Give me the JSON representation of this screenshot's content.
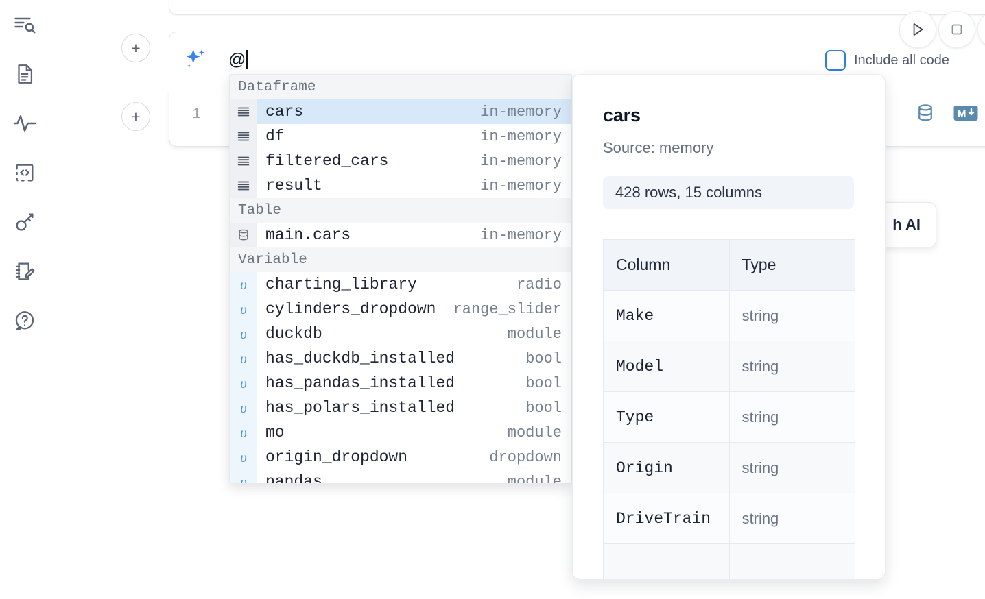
{
  "sidebar": {
    "items": [
      {
        "name": "explorer-search-icon",
        "label": "Explore"
      },
      {
        "name": "document-icon",
        "label": "Notebook"
      },
      {
        "name": "activity-icon",
        "label": "Activity"
      },
      {
        "name": "code-snippet-icon",
        "label": "Snippets"
      },
      {
        "name": "key-icon",
        "label": "Secrets"
      },
      {
        "name": "notebook-edit-icon",
        "label": "Scratchpad"
      },
      {
        "name": "help-circle-icon",
        "label": "Help"
      }
    ]
  },
  "toolbar": {
    "add_cell_label": "+",
    "run_label": "run-cell",
    "stop_label": "stop-cell",
    "include_all_code_label": "Include all code",
    "include_all_code_checked": false,
    "database_icon": "database-icon",
    "markdown_icon": "markdown-icon"
  },
  "ai_prompt": {
    "value": "@",
    "sparkle_icon": "ai-sparkle-icon"
  },
  "editor": {
    "line_number": "1"
  },
  "ai_tooltip": {
    "text": "h AI"
  },
  "autocomplete": {
    "groups": [
      {
        "title": "Dataframe",
        "icon": "dataframe-icon",
        "icon_class": "df",
        "items": [
          {
            "name": "cars",
            "meta": "in-memory",
            "selected": true
          },
          {
            "name": "df",
            "meta": "in-memory",
            "selected": false
          },
          {
            "name": "filtered_cars",
            "meta": "in-memory",
            "selected": false
          },
          {
            "name": "result",
            "meta": "in-memory",
            "selected": false
          }
        ]
      },
      {
        "title": "Table",
        "icon": "database-icon",
        "icon_class": "tbl",
        "items": [
          {
            "name": "main.cars",
            "meta": "in-memory",
            "selected": false
          }
        ]
      },
      {
        "title": "Variable",
        "icon": "variable-icon",
        "icon_class": "var",
        "glyph": "υ",
        "items": [
          {
            "name": "charting_library",
            "meta": "radio",
            "selected": false
          },
          {
            "name": "cylinders_dropdown",
            "meta": "range_slider",
            "selected": false
          },
          {
            "name": "duckdb",
            "meta": "module",
            "selected": false
          },
          {
            "name": "has_duckdb_installed",
            "meta": "bool",
            "selected": false
          },
          {
            "name": "has_pandas_installed",
            "meta": "bool",
            "selected": false
          },
          {
            "name": "has_polars_installed",
            "meta": "bool",
            "selected": false
          },
          {
            "name": "mo",
            "meta": "module",
            "selected": false
          },
          {
            "name": "origin_dropdown",
            "meta": "dropdown",
            "selected": false
          },
          {
            "name": "pandas",
            "meta": "module",
            "selected": false
          }
        ]
      }
    ]
  },
  "preview": {
    "title": "cars",
    "source": "Source: memory",
    "shape": "428 rows, 15 columns",
    "columns_header": "Column",
    "type_header": "Type",
    "rows": [
      {
        "column": "Make",
        "type": "string"
      },
      {
        "column": "Model",
        "type": "string"
      },
      {
        "column": "Type",
        "type": "string"
      },
      {
        "column": "Origin",
        "type": "string"
      },
      {
        "column": "DriveTrain",
        "type": "string"
      },
      {
        "column": "",
        "type": ""
      }
    ]
  },
  "colors": {
    "accent_blue": "#2f7de1",
    "selected_row": "#d7e9f9",
    "icon_gray": "#5b6478",
    "tool_blue": "#5b8ab0"
  }
}
